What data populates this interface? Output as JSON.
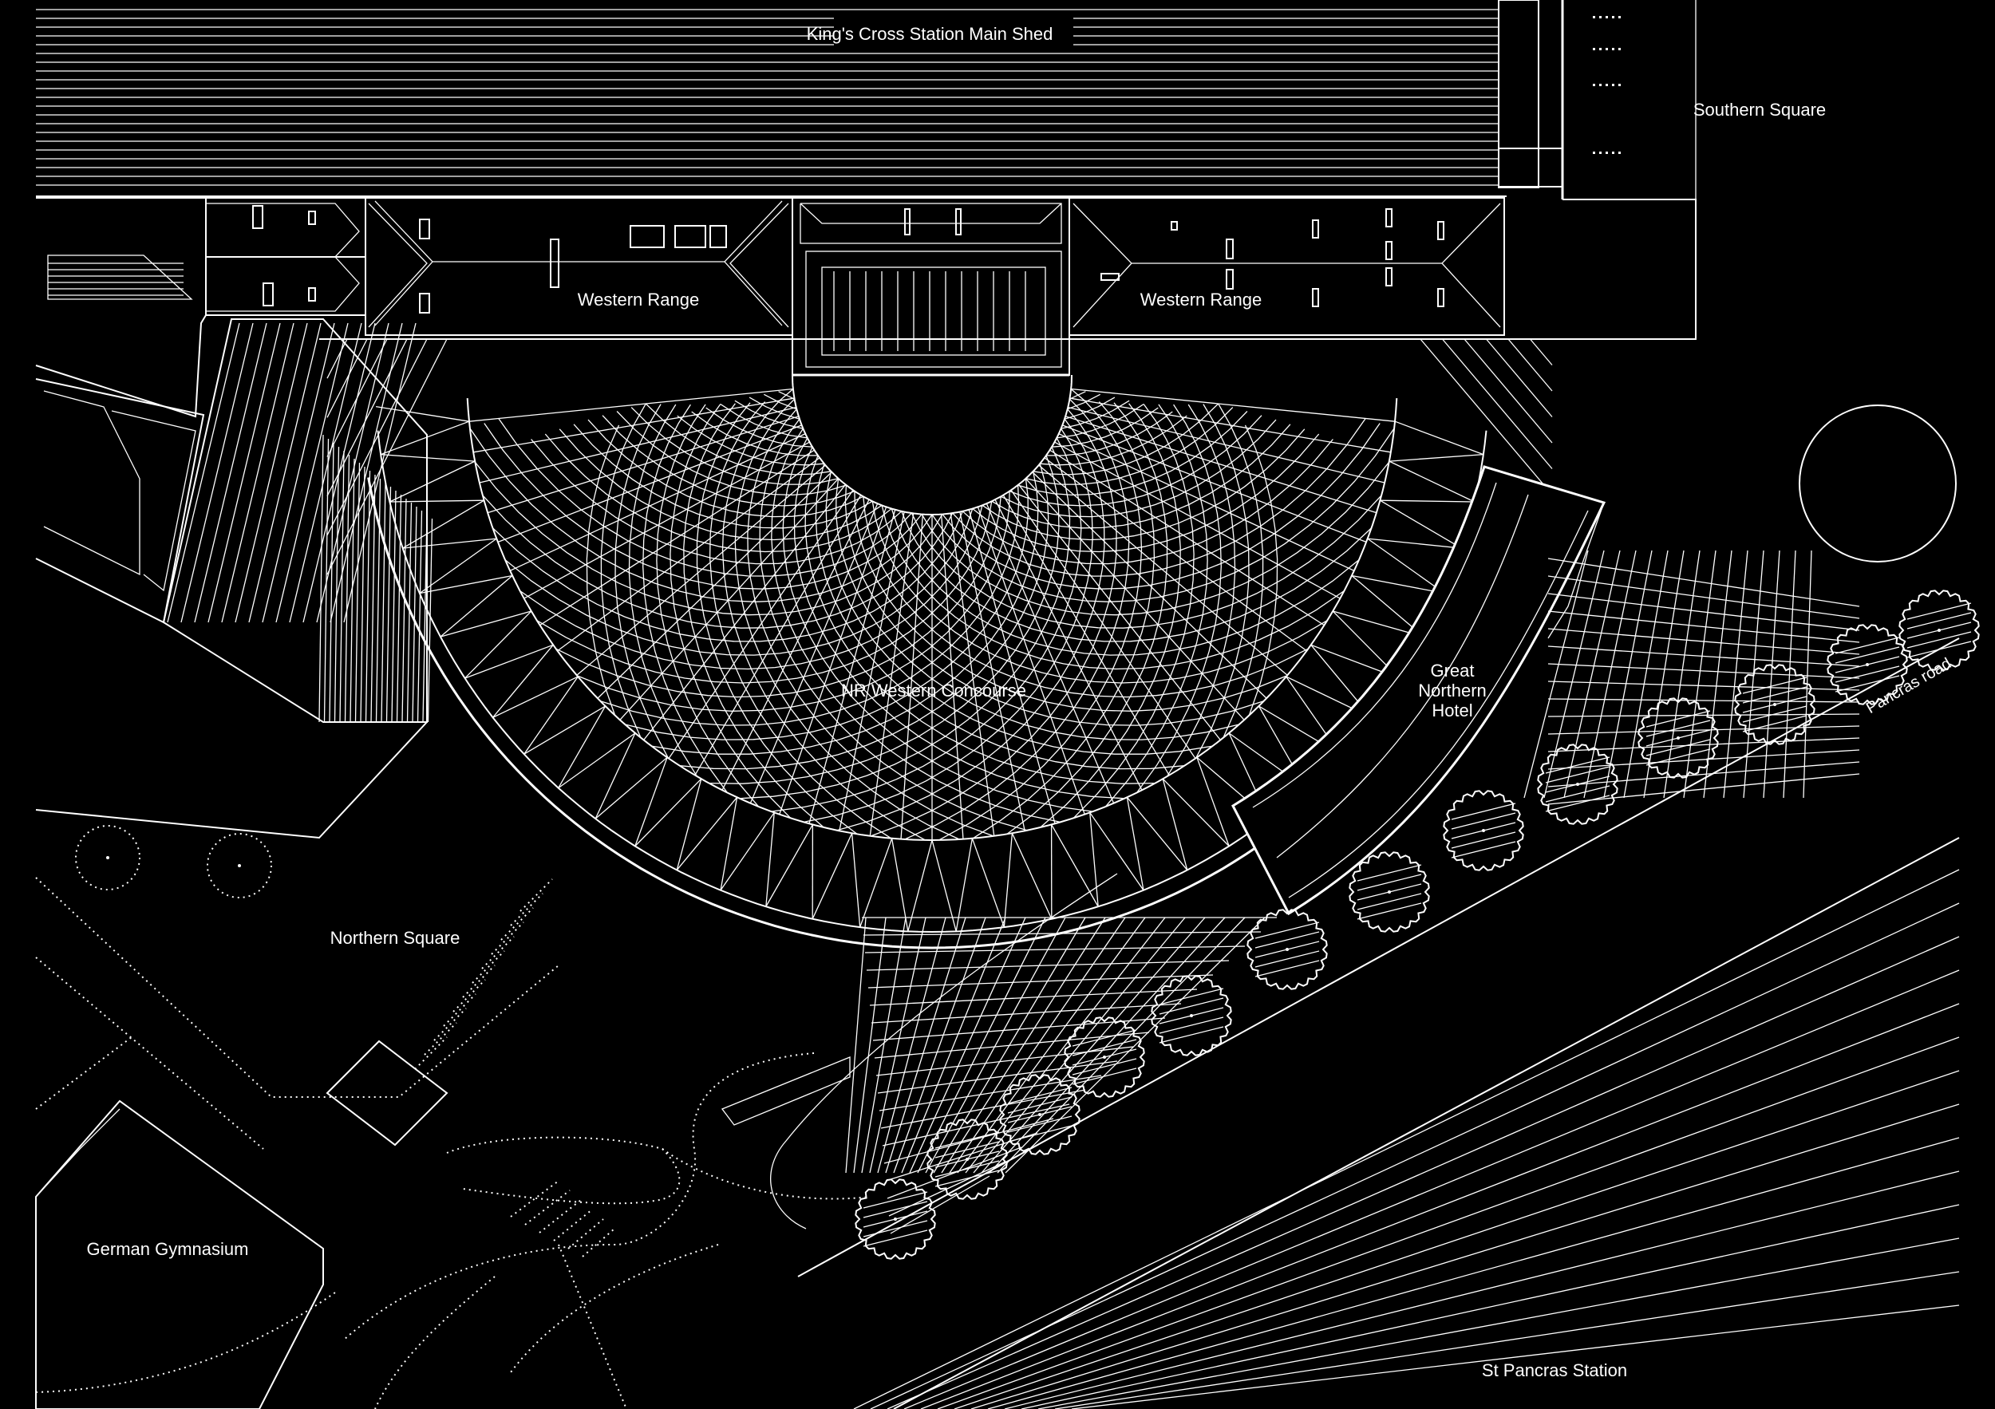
{
  "labels": {
    "main_shed": "King's Cross Station Main Shed",
    "southern_square": "Southern Square",
    "western_range_left": "Western Range",
    "western_range_right": "Western Range",
    "concourse": "NR Western Concourse",
    "hotel_line1": "Great",
    "hotel_line2": "Northern",
    "hotel_line3": "Hotel",
    "pancras_road": "Pancras road",
    "northern_square": "Northern Square",
    "german_gymnasium": "German Gymnasium",
    "st_pancras": "St Pancras Station"
  }
}
